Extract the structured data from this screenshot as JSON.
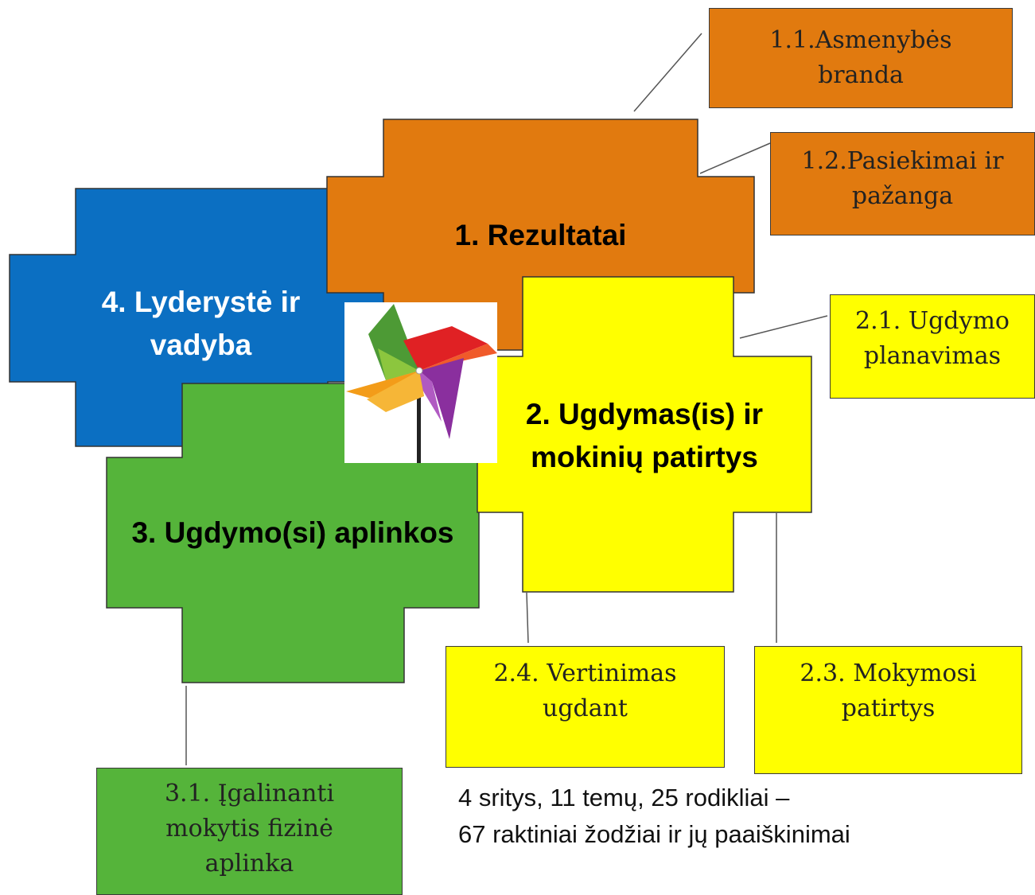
{
  "colors": {
    "orange": "#e17a0f",
    "blue": "#0b6fc2",
    "yellow": "#ffff00",
    "green": "#55b43a",
    "outline": "#3a3a3a"
  },
  "areas": [
    {
      "id": "rezultatai",
      "label": "1. Rezultatai",
      "color": "#e17a0f"
    },
    {
      "id": "ugdymas",
      "label": "2. Ugdymas(is) ir\nmokinių patirtys",
      "color": "#ffff00"
    },
    {
      "id": "aplinkos",
      "label": "3. Ugdymo(si) aplinkos",
      "color": "#55b43a"
    },
    {
      "id": "lyderyste",
      "label": "4.  Lyderystė ir\nvadyba",
      "color": "#0b6fc2"
    }
  ],
  "topics": {
    "t11": "1.1.Asmenybės\nbranda",
    "t12": "1.2.Pasiekimai ir\npažanga",
    "t21": "2.1. Ugdymo\nplanavimas",
    "t23": "2.3. Mokymosi\npatirtys",
    "t24": "2.4. Vertinimas\nugdant",
    "t31": "3.1. Įgalinanti\nmokytis fizinė\naplinka"
  },
  "summary": "4 sritys, 11 temų, 25 rodikliai –\n67 raktiniai žodžiai ir jų paaiškinimai",
  "icons": {
    "logo": "pinwheel-logo"
  }
}
